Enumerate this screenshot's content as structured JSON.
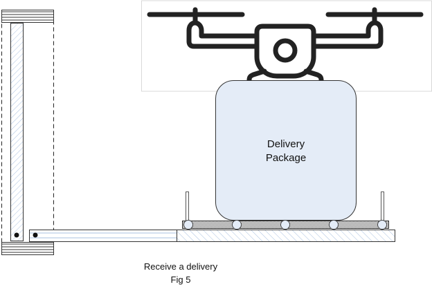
{
  "figure": {
    "caption_line1": "Receive a delivery",
    "caption_line2": "Fig 5"
  },
  "package": {
    "label_line1": "Delivery",
    "label_line2": "Package"
  },
  "colors": {
    "package_fill": "#e4ecf7",
    "outline": "#333333",
    "hatch": "#a9c0e0",
    "drone_stroke": "#222222",
    "stripe": "#9a9a9a",
    "frame_border": "#d8d8d8"
  },
  "rollers": {
    "count": 5
  },
  "icons": [
    "drone-icon"
  ]
}
